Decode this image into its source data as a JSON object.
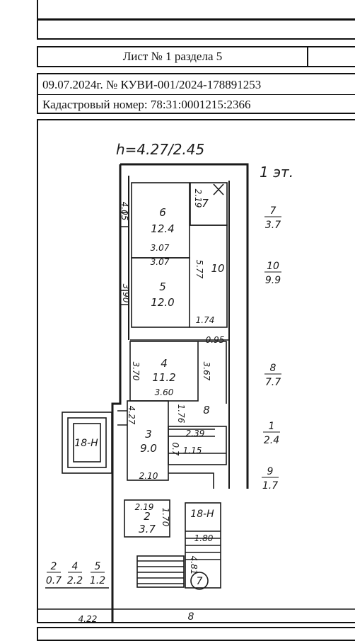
{
  "header": {
    "sheet_label": "Лист № 1 раздела 5",
    "doc_line": "09.07.2024г. № КУВИ-001/2024-178891253",
    "cadastral_line": "Кадастровый номер: 78:31:0001215:2366"
  },
  "plan": {
    "height_note": "h=4.27/2.45",
    "floor_label": "1 эт.",
    "rooms": [
      {
        "num": "6",
        "area": "12.4"
      },
      {
        "num": "5",
        "area": "12.0"
      },
      {
        "num": "4",
        "area": "11.2"
      },
      {
        "num": "3",
        "area": "9.0"
      },
      {
        "num": "2",
        "area": "3.7"
      },
      {
        "num": "10"
      },
      {
        "num": "8"
      },
      {
        "num": "7"
      }
    ],
    "dims": [
      "4.05",
      "3.07",
      "3.07",
      "3.90",
      "5.77",
      "1.74",
      "2.19",
      "0.95",
      "3.70",
      "3.67",
      "3.60",
      "4.27",
      "1.76",
      "2.39",
      "1.15",
      "0.7",
      "2.10",
      "2.19",
      "1.70",
      "1.80",
      "4.81",
      "4.22"
    ],
    "side_rooms": [
      {
        "num": "7",
        "area": "3.7"
      },
      {
        "num": "10",
        "area": "9.9"
      },
      {
        "num": "8",
        "area": "7.7"
      },
      {
        "num": "1",
        "area": "2.4"
      },
      {
        "num": "9",
        "area": "1.7"
      }
    ],
    "bottom_rooms": [
      {
        "num": "2",
        "area": "0.7"
      },
      {
        "num": "4",
        "area": "2.2"
      },
      {
        "num": "5",
        "area": "1.2"
      }
    ],
    "stair_labels": [
      "18-Н",
      "18-Н",
      "7",
      "8"
    ]
  }
}
